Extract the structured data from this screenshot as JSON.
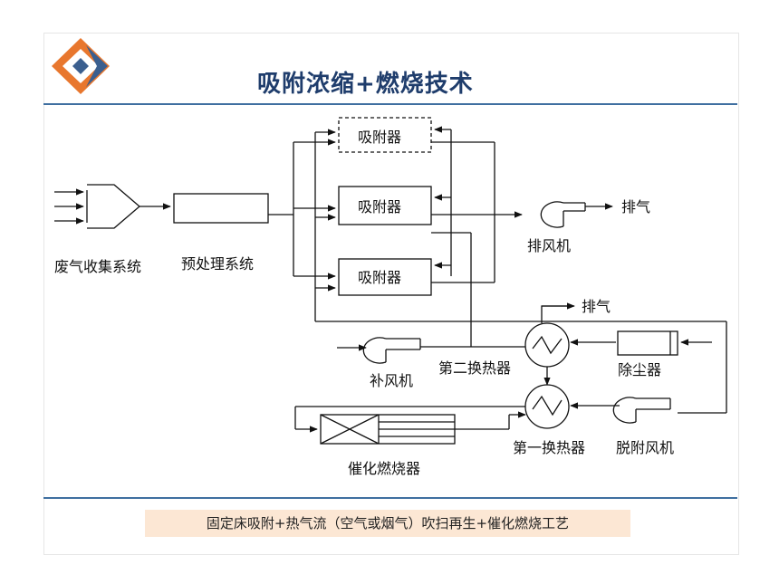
{
  "header": {
    "title": "吸附浓缩+燃烧技术"
  },
  "diagram": {
    "labels": {
      "waste_gas_collection": "废气收集系统",
      "pretreatment": "预处理系统",
      "adsorber_1": "吸附器",
      "adsorber_2": "吸附器",
      "adsorber_3": "吸附器",
      "exhaust_fan": "排风机",
      "exhaust_1": "排气",
      "exhaust_2": "排气",
      "makeup_fan": "补风机",
      "second_heat_exchanger": "第二换热器",
      "dust_remover": "除尘器",
      "first_heat_exchanger": "第一换热器",
      "desorption_fan": "脱附风机",
      "catalytic_burner": "催化燃烧器"
    }
  },
  "footer": {
    "caption": "固定床吸附+热气流（空气或烟气）吹扫再生+催化燃烧工艺"
  },
  "colors": {
    "title": "#1f3d6c",
    "rule": "#3f6fa0",
    "caption_bg": "#fce7d4",
    "logo_orange": "#e8772e",
    "logo_blue": "#3b5f8f"
  }
}
